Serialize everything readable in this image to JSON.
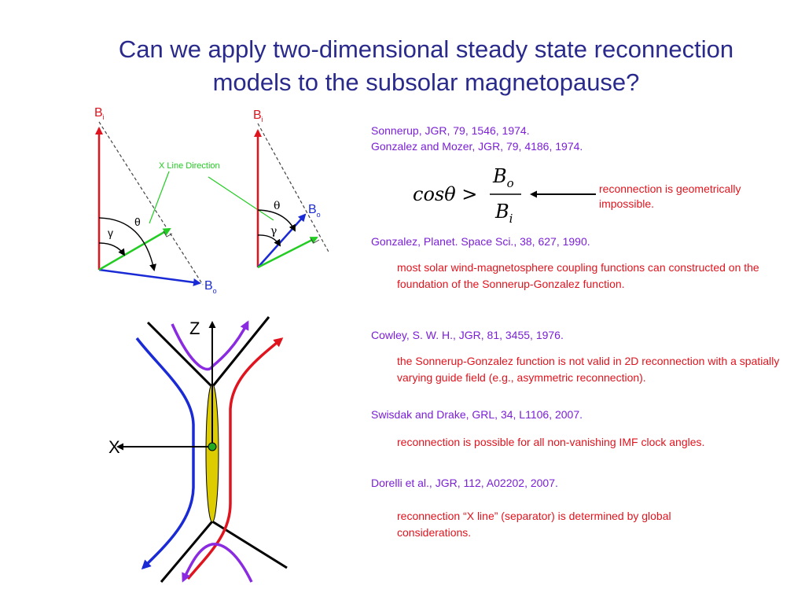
{
  "title": {
    "line1": "Can we apply two-dimensional steady state reconnection",
    "line2": "models to the subsolar magnetopause?"
  },
  "diagram_left": {
    "bi_label": "B",
    "bi_sub": "i",
    "bo_label": "B",
    "bo_sub": "o",
    "xline_label": "X Line Direction",
    "theta": "θ",
    "gamma": "γ"
  },
  "diagram_right": {
    "bi_label": "B",
    "bi_sub": "i",
    "bo_label": "B",
    "bo_sub": "o",
    "theta": "θ",
    "gamma": "γ"
  },
  "field_diagram": {
    "z_label": "Z",
    "x_label": "X"
  },
  "equation": {
    "lhs": "cosθ >",
    "num": "B",
    "num_sub": "o",
    "den": "B",
    "den_sub": "i",
    "arrow_note": "reconnection is geometrically impossible."
  },
  "references": [
    {
      "text": "Sonnerup, JGR, 79, 1546, 1974."
    },
    {
      "text": "Gonzalez and Mozer, JGR, 79, 4186, 1974."
    },
    {
      "text": "Gonzalez, Planet. Space Sci., 38, 627, 1990."
    },
    {
      "text": "Cowley, S. W. H., JGR, 81, 3455, 1976."
    },
    {
      "text": "Swisdak and Drake, GRL, 34, L1106, 2007."
    },
    {
      "text": "Dorelli et al., JGR, 112, A02202, 2007."
    }
  ],
  "notes": [
    {
      "text": "most solar wind-magnetosphere coupling functions can constructed on the foundation of the Sonnerup-Gonzalez function."
    },
    {
      "text": "the Sonnerup-Gonzalez function is not valid in 2D reconnection with a spatially varying guide field (e.g., asymmetric reconnection)."
    },
    {
      "text": "reconnection is possible for all non-vanishing IMF clock angles."
    },
    {
      "text": "reconnection “X line” (separator) is determined by global considerations."
    }
  ],
  "colors": {
    "title": "#2a2a8c",
    "reference": "#7a1fd6",
    "note": "#e0141e",
    "field_red": "#e0141e",
    "field_blue": "#1a2bd6",
    "xline_green": "#22cc22",
    "current_sheet": "#ddcc00",
    "purple": "#8a2be2"
  }
}
